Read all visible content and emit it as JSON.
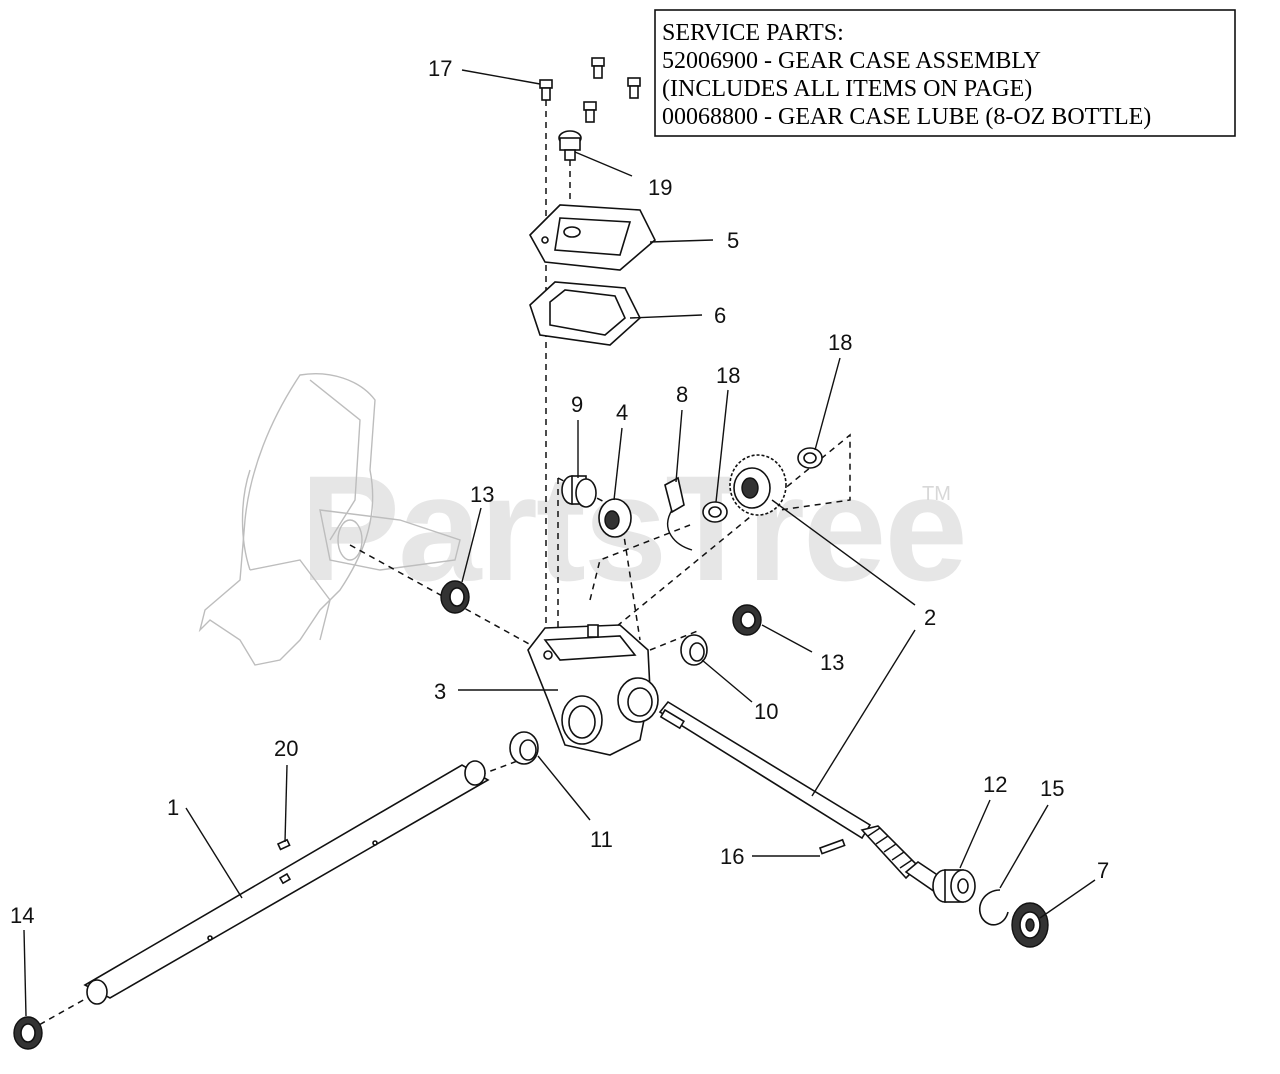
{
  "service_box": {
    "lines": [
      "SERVICE PARTS:",
      "52006900 - GEAR CASE ASSEMBLY",
      "(INCLUDES ALL ITEMS ON PAGE)",
      "00068800 - GEAR CASE LUBE (8-OZ BOTTLE)"
    ]
  },
  "watermark": {
    "text": "PartsTree",
    "tm": "TM"
  },
  "callouts": [
    {
      "label": "17"
    },
    {
      "label": "19"
    },
    {
      "label": "5"
    },
    {
      "label": "6"
    },
    {
      "label": "18"
    },
    {
      "label": "9"
    },
    {
      "label": "4"
    },
    {
      "label": "8"
    },
    {
      "label": "18"
    },
    {
      "label": "13"
    },
    {
      "label": "2"
    },
    {
      "label": "13"
    },
    {
      "label": "3"
    },
    {
      "label": "10"
    },
    {
      "label": "20"
    },
    {
      "label": "1"
    },
    {
      "label": "11"
    },
    {
      "label": "12"
    },
    {
      "label": "15"
    },
    {
      "label": "16"
    },
    {
      "label": "7"
    },
    {
      "label": "14"
    }
  ]
}
